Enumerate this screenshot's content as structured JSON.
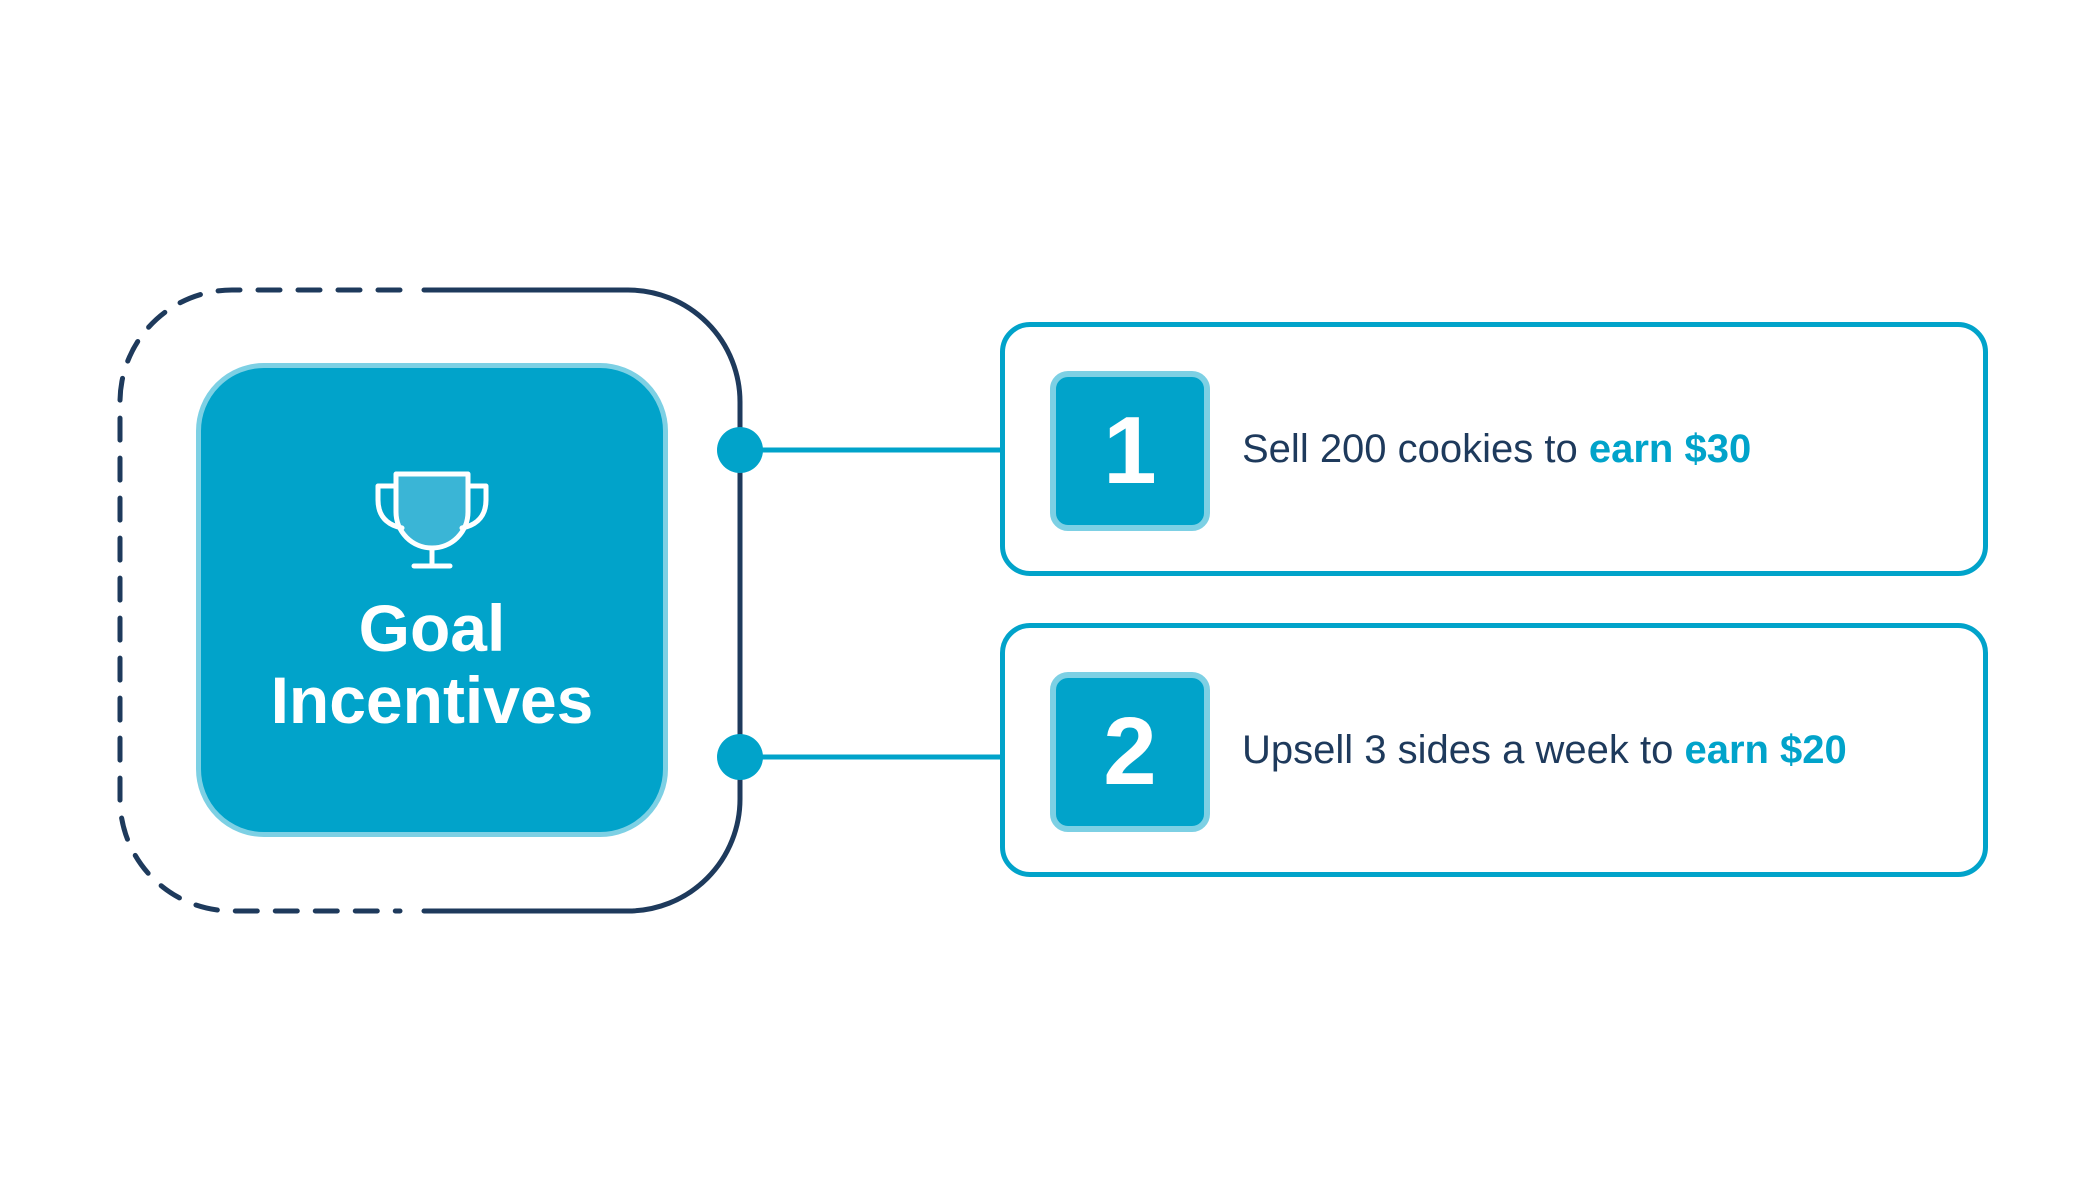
{
  "colors": {
    "accent": "#01a3ca",
    "accent_light": "#7dd0e4",
    "dark": "#1e3a5c",
    "background": "#ffffff"
  },
  "central": {
    "icon": "trophy-icon",
    "title_line1": "Goal",
    "title_line2": "Incentives"
  },
  "goals": [
    {
      "number": "1",
      "text": "Sell 200 cookies to ",
      "reward": "earn $30"
    },
    {
      "number": "2",
      "text": "Upsell 3 sides a week to ",
      "reward": "earn $20"
    }
  ]
}
